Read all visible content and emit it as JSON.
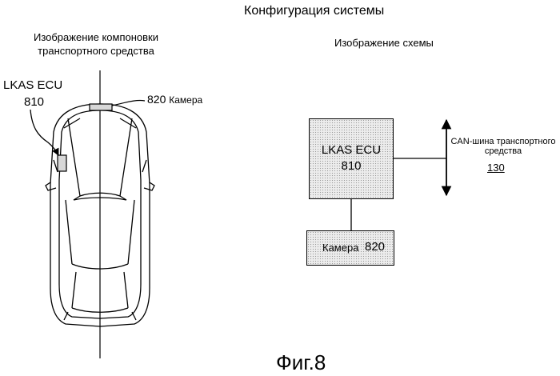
{
  "title": "Конфигурация системы",
  "left_caption_line1": "Изображение компоновки",
  "left_caption_line2": "транспортного средства",
  "right_caption": "Изображение схемы",
  "left_view": {
    "ecu_label": "LKAS ECU",
    "ecu_number": "810",
    "camera_number": "820",
    "camera_word": "Камера"
  },
  "schematic": {
    "ecu_title": "LKAS ECU",
    "ecu_number": "810",
    "camera_label": "Камера",
    "camera_number": "820",
    "can_bus_label": "CAN-шина транспортного средства",
    "can_bus_number": "130"
  },
  "figure_caption": "Фиг.8"
}
